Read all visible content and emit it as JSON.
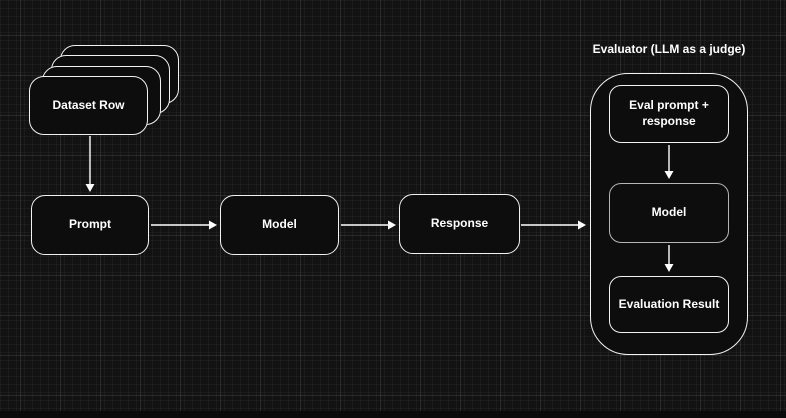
{
  "canvas": {
    "background_color": "#121212",
    "grid_minor_color": "#1c1c1c",
    "grid_major_color": "#2d2d2d"
  },
  "diagram": {
    "evaluator_group_label": "Evaluator (LLM as a judge)",
    "nodes": {
      "dataset_row": {
        "label": "Dataset Row"
      },
      "prompt": {
        "label": "Prompt"
      },
      "model": {
        "label": "Model"
      },
      "response": {
        "label": "Response"
      },
      "eval_prompt_response": {
        "label": "Eval prompt + response"
      },
      "evaluator_model": {
        "label": "Model"
      },
      "evaluation_result": {
        "label": "Evaluation Result"
      }
    },
    "edges": [
      {
        "from": "dataset_row",
        "to": "prompt"
      },
      {
        "from": "prompt",
        "to": "model"
      },
      {
        "from": "model",
        "to": "response"
      },
      {
        "from": "response",
        "to": "evaluator_group"
      },
      {
        "from": "eval_prompt_response",
        "to": "evaluator_model"
      },
      {
        "from": "evaluator_model",
        "to": "evaluation_result"
      }
    ],
    "colors": {
      "node_fill": "#0d0d0d",
      "node_border": "#f2f2f2",
      "evaluator_model_border": "#b5b5b5",
      "arrow": "#ffffff",
      "text": "#ffffff"
    }
  }
}
